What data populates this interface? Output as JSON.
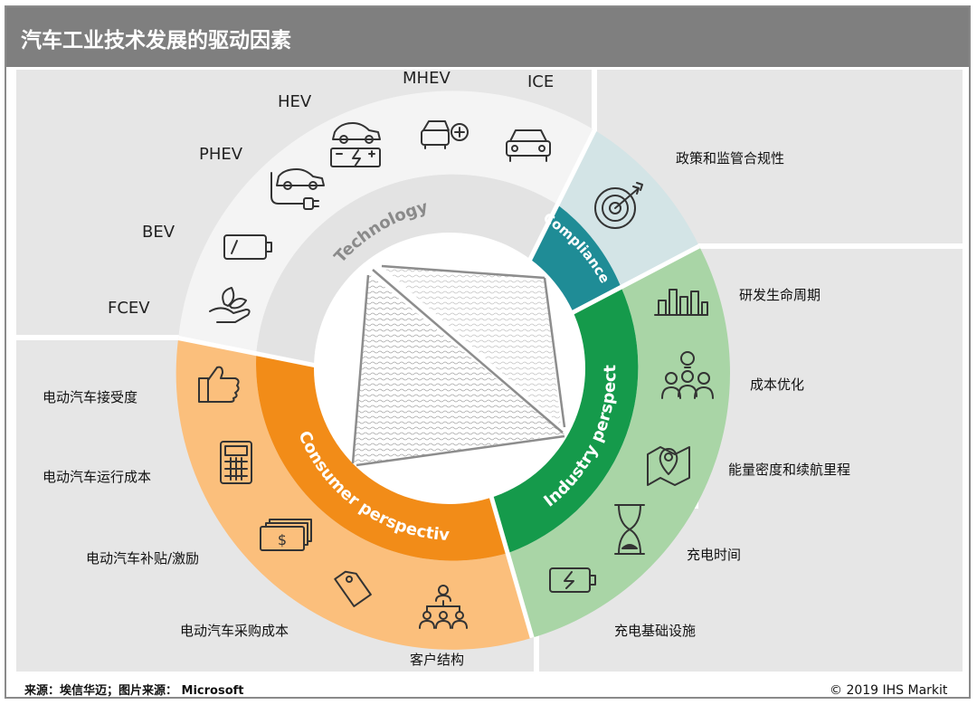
{
  "title": "汽车工业技术发展的驱动因素",
  "ring_labels": {
    "technology": "Technology",
    "compliance": "Compliance",
    "industry": "Industry perspective",
    "consumer": "Consumer perspective"
  },
  "technology_items": [
    "ICE",
    "MHEV",
    "HEV",
    "PHEV",
    "BEV",
    "FCEV"
  ],
  "compliance_items": [
    "政策和监管合规性"
  ],
  "industry_items": [
    "研发生命周期",
    "成本优化",
    "能量密度和续航里程",
    "充电时间",
    "充电基础设施"
  ],
  "consumer_items": [
    "电动汽车接受度",
    "电动汽车运行成本",
    "电动汽车补贴/激励",
    "电动汽车采购成本",
    "客户结构"
  ],
  "footer": {
    "source": "来源：埃信华迈；图片来源：  Microsoft",
    "copyright": "© 2019 IHS Markit"
  },
  "colors": {
    "title_bar": "#7f7f7f",
    "panel": "#e6e6e6",
    "technology_outer": "#f4f4f4",
    "technology_inner": "#e3e3e3",
    "compliance_outer": "#d3e4e6",
    "compliance_inner": "#1f8c96",
    "industry_outer": "#a9d5a6",
    "industry_inner": "#159a4b",
    "consumer_outer": "#fbbf7c",
    "consumer_inner": "#f28c18"
  },
  "icons": {
    "ice": "car-front-icon",
    "mhev": "car-plus-icon",
    "hev": "car-battery-icon",
    "phev": "car-plug-icon",
    "bev": "battery-icon",
    "fcev": "hand-leaf-icon",
    "compliance": "target-icon",
    "rd": "bar-chart-icon",
    "cost": "team-idea-icon",
    "energy": "map-pin-icon",
    "charge_time": "hourglass-icon",
    "charge_infra": "charging-battery-icon",
    "acceptance": "thumbs-up-icon",
    "running_cost": "calculator-icon",
    "subsidy": "money-icon",
    "purchase": "price-tag-icon",
    "structure": "org-chart-icon"
  }
}
